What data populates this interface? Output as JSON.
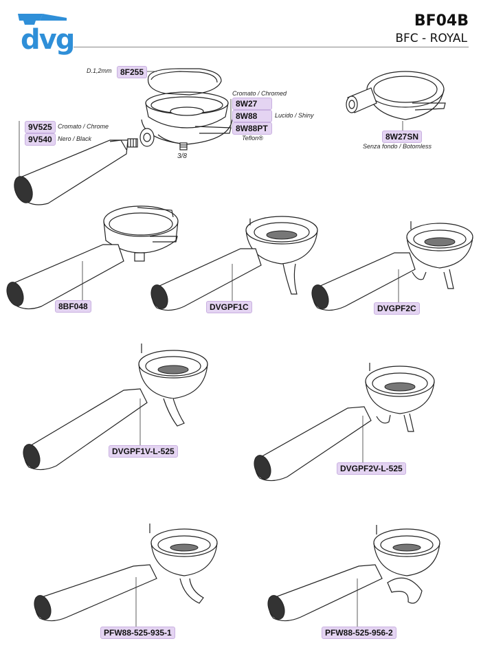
{
  "header": {
    "brand": "dvg",
    "code": "BF04B",
    "model": "BFC - ROYAL"
  },
  "parts": {
    "p8F255": {
      "code": "8F255",
      "note": "D.1,2mm"
    },
    "p9V525": {
      "code": "9V525",
      "note": "Cromato / Chrome"
    },
    "p9V540": {
      "code": "9V540",
      "note": "Nero / Black"
    },
    "p8W27": {
      "code": "8W27",
      "note": "Cromato / Chromed"
    },
    "p8W88": {
      "code": "8W88",
      "note": "Lucido / Shiny"
    },
    "p8W88PT": {
      "code": "8W88PT",
      "note": "Teflon®"
    },
    "thread": "3/8",
    "p8W27SN": {
      "code": "8W27SN",
      "note": "Senza fondo / Botomless"
    },
    "p8BF048": {
      "code": "8BF048"
    },
    "pDVGPF1C": {
      "code": "DVGPF1C"
    },
    "pDVGPF2C": {
      "code": "DVGPF2C"
    },
    "pDVGPF1VL525": {
      "code": "DVGPF1V-L-525"
    },
    "pDVGPF2VL525": {
      "code": "DVGPF2V-L-525"
    },
    "pPFW889351": {
      "code": "PFW88-525-935-1"
    },
    "pPFW889562": {
      "code": "PFW88-525-956-2"
    }
  },
  "colors": {
    "brand": "#2f8fd8",
    "tag": "#e4d4f2"
  }
}
